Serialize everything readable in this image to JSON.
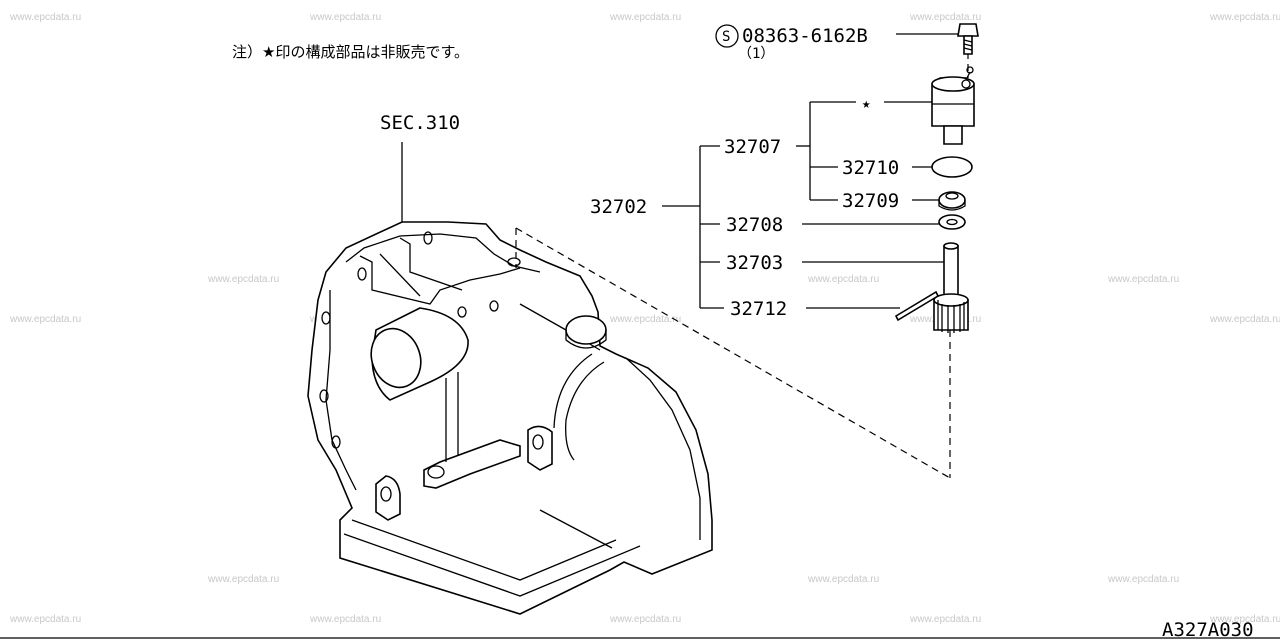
{
  "watermark": "www.epcdata.ru",
  "note": "注）★印の構成部品は非販売です。",
  "section_ref": "SEC.310",
  "bolt_part": "08363-6162B",
  "bolt_qty": "（1）",
  "bolt_prefix_symbol": "S",
  "star_symbol": "★",
  "parts": {
    "assembly": "32702",
    "sub_assembly": "32707",
    "p32710": "32710",
    "p32709": "32709",
    "p32708": "32708",
    "p32703": "32703",
    "p32712": "32712"
  },
  "diagram_code": "A327A030"
}
